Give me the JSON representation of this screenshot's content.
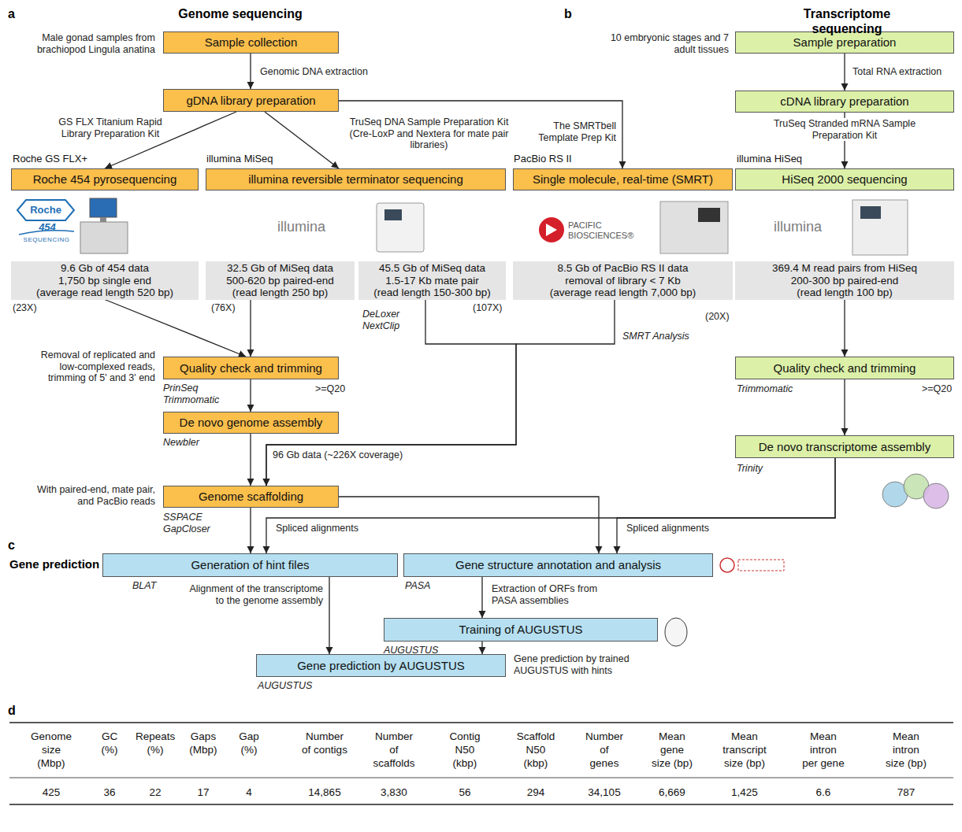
{
  "diagram": {
    "nodes": [
      {
        "text": [
          "Sample collection"
        ]
      },
      {
        "text": [
          "gDNA library preparation"
        ]
      },
      {
        "text": [
          "Roche 454 pyrosequencing"
        ]
      },
      {
        "text": [
          "illumina reversible terminator sequencing"
        ]
      },
      {
        "text": [
          "Single molecule, real-time (SMRT)"
        ]
      },
      {
        "text": [
          "9.6 Gb of 454 data",
          "1,750 bp single end",
          "(average read length 520 bp)"
        ]
      },
      {
        "text": [
          "32.5 Gb of MiSeq data",
          "500-620 bp paired-end",
          "(read length 250 bp)"
        ]
      },
      {
        "text": [
          "45.5 Gb of MiSeq data",
          "1.5-17 Kb mate pair",
          "(read length 150-300 bp)"
        ]
      },
      {
        "text": [
          "8.5 Gb of PacBio RS II data",
          "removal of library < 7 Kb",
          "(average read length 7,000 bp)"
        ]
      },
      {
        "text": [
          "Quality check and trimming"
        ]
      },
      {
        "text": [
          "De novo genome assembly"
        ]
      },
      {
        "text": [
          "Genome scaffolding"
        ]
      },
      {
        "text": [
          "Sample preparation"
        ]
      },
      {
        "text": [
          "cDNA library preparation"
        ]
      },
      {
        "text": [
          "HiSeq 2000 sequencing"
        ]
      },
      {
        "text": [
          "369.4 M read pairs from HiSeq",
          "200-300 bp paired-end",
          "(read length 100 bp)"
        ]
      },
      {
        "text": [
          "Quality check and trimming"
        ]
      },
      {
        "text": [
          "De novo transcriptome assembly"
        ]
      },
      {
        "text": [
          "Generation of hint files"
        ]
      },
      {
        "text": [
          "Gene structure annotation and analysis"
        ]
      },
      {
        "text": [
          "Training of AUGUSTUS"
        ]
      },
      {
        "text": [
          "Gene prediction by AUGUSTUS"
        ]
      }
    ],
    "edges": [
      {
        "from": 0,
        "to": 1,
        "arrow": "to",
        "label": "Genomic DNA extraction"
      },
      {
        "from": 1,
        "to": 2,
        "arrow": "to",
        "label": "GS FLX Titanium Rapid Library Preparation Kit"
      },
      {
        "from": 1,
        "to": 3,
        "arrow": "to",
        "label": "TruSeq DNA Sample Preparation Kit (Cre-LoxP and Nextera for mate pair libraries)"
      },
      {
        "from": 1,
        "to": 4,
        "arrow": "to",
        "label": "The SMRTbell Template Prep Kit"
      },
      {
        "from": 5,
        "to": 9,
        "arrow": "to"
      },
      {
        "from": 6,
        "to": 9,
        "arrow": "to"
      },
      {
        "from": 9,
        "to": 10,
        "arrow": "to"
      },
      {
        "from": 10,
        "to": 11,
        "arrow": "to"
      },
      {
        "from": 7,
        "to": 11,
        "arrow": "to"
      },
      {
        "from": 8,
        "to": 11,
        "arrow": "to"
      },
      {
        "from": 12,
        "to": 13,
        "arrow": "to",
        "label": "Total RNA extraction"
      },
      {
        "from": 13,
        "to": 14,
        "arrow": "to",
        "label": "TruSeq Stranded mRNA Sample Preparation Kit"
      },
      {
        "from": 15,
        "to": 16,
        "arrow": "to"
      },
      {
        "from": 16,
        "to": 17,
        "arrow": "to"
      },
      {
        "from": 11,
        "to": 18,
        "arrow": "to"
      },
      {
        "from": 17,
        "to": 18,
        "arrow": "to",
        "label": "Spliced alignments"
      },
      {
        "from": 11,
        "to": 19,
        "arrow": "to"
      },
      {
        "from": 17,
        "to": 19,
        "arrow": "to",
        "label": "Spliced alignments"
      },
      {
        "from": 18,
        "to": 21,
        "arrow": "to",
        "label": "Alignment of the transcriptome to the genome assembly"
      },
      {
        "from": 19,
        "to": 20,
        "arrow": "to",
        "label": "Extraction of ORFs from PASA assemblies"
      },
      {
        "from": 20,
        "to": 21,
        "arrow": "to",
        "label": "Gene prediction by trained AUGUSTUS with hints"
      }
    ],
    "labels": [
      "a",
      "Genome sequencing",
      "b",
      "Transcriptome sequencing",
      "Male gonad samples from brachiopod Lingula anatina",
      "10 embryonic stages and 7 adult tissues",
      "Roche GS FLX+",
      "illumina MiSeq",
      "PacBio RS II",
      "illumina HiSeq",
      "Roche",
      "454",
      "SEQUENCING",
      "illumina",
      "PACIFIC BIOSCIENCES®",
      "illumina",
      "(23X)",
      "(76X)",
      "(107X)",
      "(20X)",
      "DeLoxer NextClip",
      "SMRT Analysis",
      "Removal of replicated and low-complexed reads, trimming of 5' and 3' end",
      ">=Q20",
      "PrinSeq Trimmomatic",
      "Trimmomatic",
      ">=Q20",
      "Newbler",
      "Trinity",
      "96 Gb data (~226X coverage)",
      "With paired-end, mate pair, and PacBio reads",
      "SSPACE GapCloser",
      "c",
      "Gene prediction",
      "BLAT",
      "PASA",
      "AUGUSTUS",
      "AUGUSTUS",
      "d",
      "Genome size (Mbp)",
      "GC (%)",
      "Repeats (%)",
      "Gaps (Mbp)",
      "Gap (%)",
      "Number of contigs",
      "Number of scaffolds",
      "Contig N50 (kbp)",
      "Scaffold N50 (kbp)",
      "Number of genes",
      "Mean gene size (bp)",
      "Mean transcript size (bp)",
      "Mean intron per gene",
      "Mean intron size (bp)",
      "425",
      "36",
      "22",
      "17",
      "4",
      "14,865",
      "3,830",
      "56",
      "294",
      "34,105",
      "6,669",
      "1,425",
      "6.6",
      "787"
    ]
  }
}
